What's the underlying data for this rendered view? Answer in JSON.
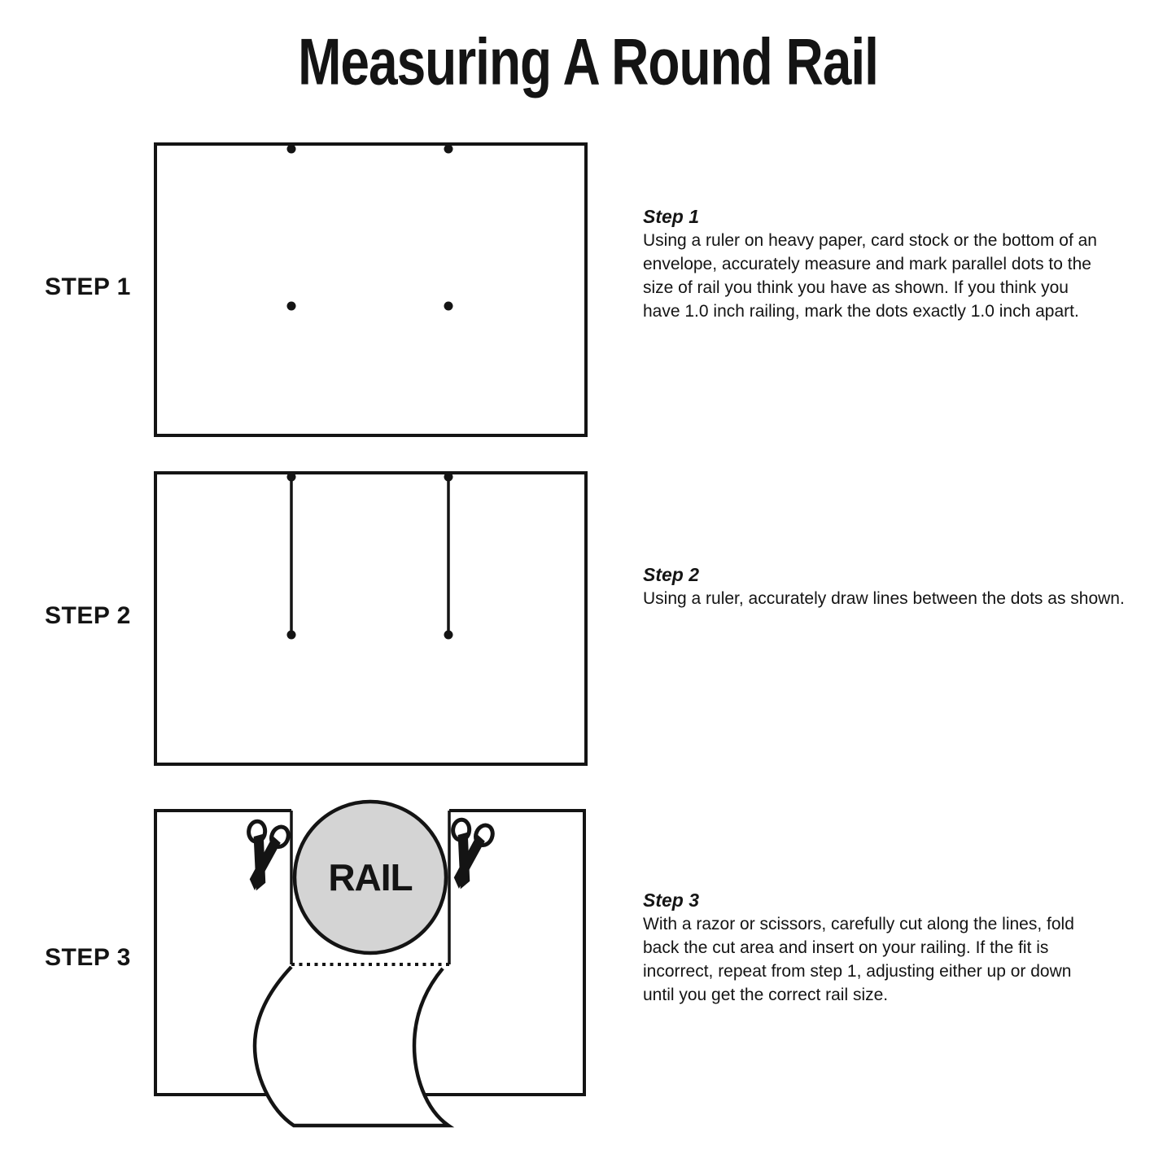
{
  "title": "Measuring A Round Rail",
  "steps": [
    {
      "label": "STEP 1",
      "heading": "Step 1",
      "body": "Using a ruler on heavy paper, card stock or the bottom of an\nenvelope, accurately measure and mark parallel dots to the\nsize of rail you think you have as shown. If you think you\nhave 1.0 inch railing, mark the dots exactly 1.0 inch apart."
    },
    {
      "label": "STEP 2",
      "heading": "Step 2",
      "body": "Using a ruler, accurately draw lines between the dots as shown."
    },
    {
      "label": "STEP 3",
      "heading": "Step 3",
      "body": "With a razor or scissors, carefully cut along the lines, fold\nback the cut area and insert on your railing. If the fit is\nincorrect, repeat from step 1, adjusting either up or down\nuntil you get the correct rail size."
    }
  ],
  "diagram": {
    "rail_label": "RAIL",
    "colors": {
      "ink": "#141414",
      "rail_fill": "#d4d4d4",
      "background": "#ffffff"
    }
  }
}
